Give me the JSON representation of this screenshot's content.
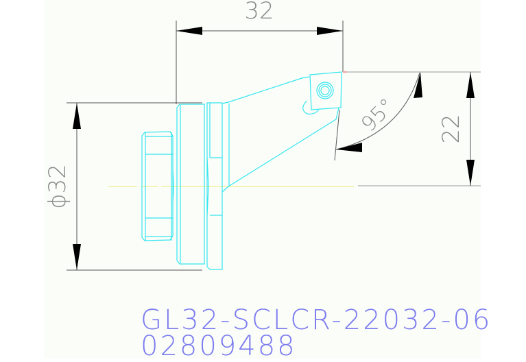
{
  "drawing": {
    "part_number": "GL32-SCLCR-22032-06",
    "order_code": "02809488",
    "colors": {
      "background": "#fbfdf9",
      "geometry": "#33e6f0",
      "dimension": "#555555",
      "centerline": "#f2f29a",
      "title_text": "#7b7bef",
      "marker": "#f2a0a0"
    },
    "dimensions": {
      "length": {
        "label": "32"
      },
      "diameter": {
        "label": "ϕ32"
      },
      "offset": {
        "label": "22"
      },
      "angle": {
        "label": "95°"
      }
    }
  }
}
